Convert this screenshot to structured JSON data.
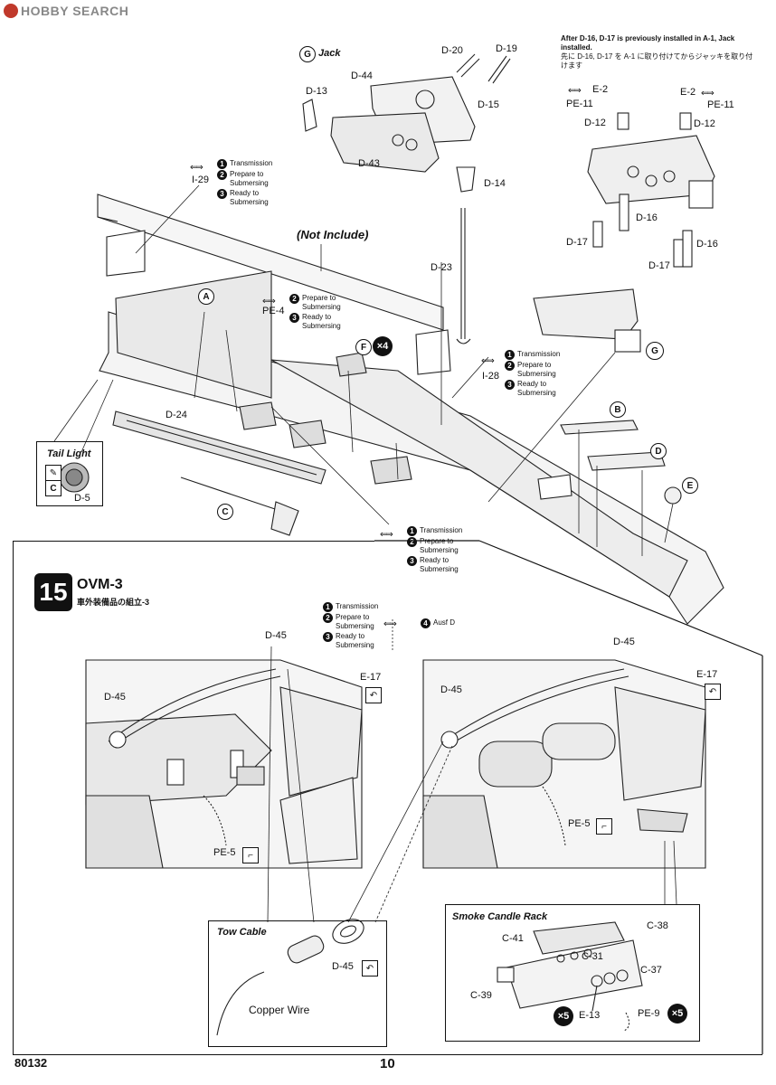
{
  "header": {
    "logo_text": "HOBBY SEARCH"
  },
  "jack": {
    "letter": "G",
    "title": "Jack"
  },
  "note": {
    "en": "After D-16, D-17 is previously installed in A-1, Jack installed.",
    "jp": "先に D-16, D-17 を A-1 に取り付けてからジャッキを取り付けます"
  },
  "not_include": "(Not Include)",
  "legend": {
    "transmission": "Transmission",
    "prepare": "Prepare to Submersing",
    "ready": "Ready to Submersing",
    "ausf": "Ausf D",
    "n1": "1",
    "n2": "2",
    "n3": "3",
    "n4": "4"
  },
  "callouts": {
    "A": "A",
    "B": "B",
    "C": "C",
    "D": "D",
    "E": "E",
    "F": "F",
    "G": "G"
  },
  "parts": {
    "d20": "D-20",
    "d19": "D-19",
    "d44": "D-44",
    "d13": "D-13",
    "d15": "D-15",
    "d43": "D-43",
    "d14": "D-14",
    "e2a": "E-2",
    "e2b": "E-2",
    "pe11a": "PE-11",
    "pe11b": "PE-11",
    "d12a": "D-12",
    "d12b": "D-12",
    "d16a": "D-16",
    "d16b": "D-16",
    "d17a": "D-17",
    "d17b": "D-17",
    "i29": "I-29",
    "pe4": "PE-4",
    "d23": "D-23",
    "i28": "I-28",
    "d24": "D-24",
    "d5": "D-5",
    "d45a": "D-45",
    "d45b": "D-45",
    "d45c": "D-45",
    "d45d": "D-45",
    "d45e": "D-45",
    "e17a": "E-17",
    "e17b": "E-17",
    "pe5a": "PE-5",
    "pe5b": "PE-5",
    "c41": "C-41",
    "c38": "C-38",
    "c31": "C-31",
    "c37": "C-37",
    "c39": "C-39",
    "e13": "E-13",
    "pe9": "PE-9"
  },
  "multipliers": {
    "f": "×4",
    "a": "×5",
    "b": "×5"
  },
  "tail_light": {
    "title": "Tail Light",
    "c": "C"
  },
  "step": {
    "number": "15",
    "title": "OVM-3",
    "subtitle": "車外装備品の組立-3"
  },
  "tow_cable": {
    "title": "Tow Cable",
    "copper": "Copper Wire"
  },
  "smoke_rack": {
    "title": "Smoke Candle Rack"
  },
  "footer": {
    "code": "80132",
    "page": "10"
  }
}
